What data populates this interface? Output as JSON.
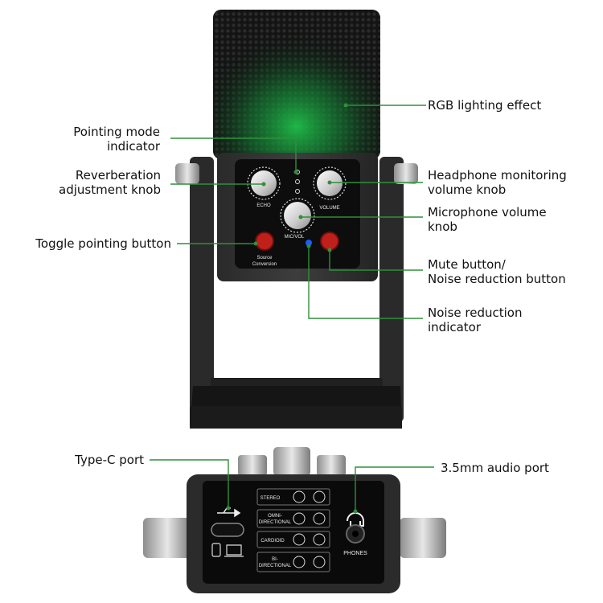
{
  "callouts": {
    "rgb": [
      "RGB lighting effect"
    ],
    "pointing_mode": [
      "Pointing mode",
      "indicator"
    ],
    "reverb": [
      "Reverberation",
      "adjustment knob"
    ],
    "headphone_vol": [
      "Headphone monitoring",
      "volume knob"
    ],
    "mic_vol": [
      "Microphone volume",
      "knob"
    ],
    "toggle": [
      "Toggle pointing button"
    ],
    "mute": [
      "Mute button/",
      "Noise reduction button"
    ],
    "noise_ind": [
      "Noise reduction",
      "indicator"
    ],
    "typec": [
      "Type-C port"
    ],
    "audio_port": [
      "3.5mm audio port"
    ]
  },
  "panel": {
    "echo": "ECHO",
    "volume": "VOLUME",
    "micvol": "MIC/VOL",
    "source_1": "Source",
    "source_2": "Conversion",
    "stereo": "STEREO",
    "omni_1": "OMNI-",
    "omni_2": "DIRECTIONAL",
    "cardioid": "CARDIOID",
    "bi_1": "BI-",
    "bi_2": "DIRECTIONAL",
    "phones": "PHONES"
  },
  "colors": {
    "accent_line": "#2f8f3a",
    "glow": "#1fbf4a"
  }
}
